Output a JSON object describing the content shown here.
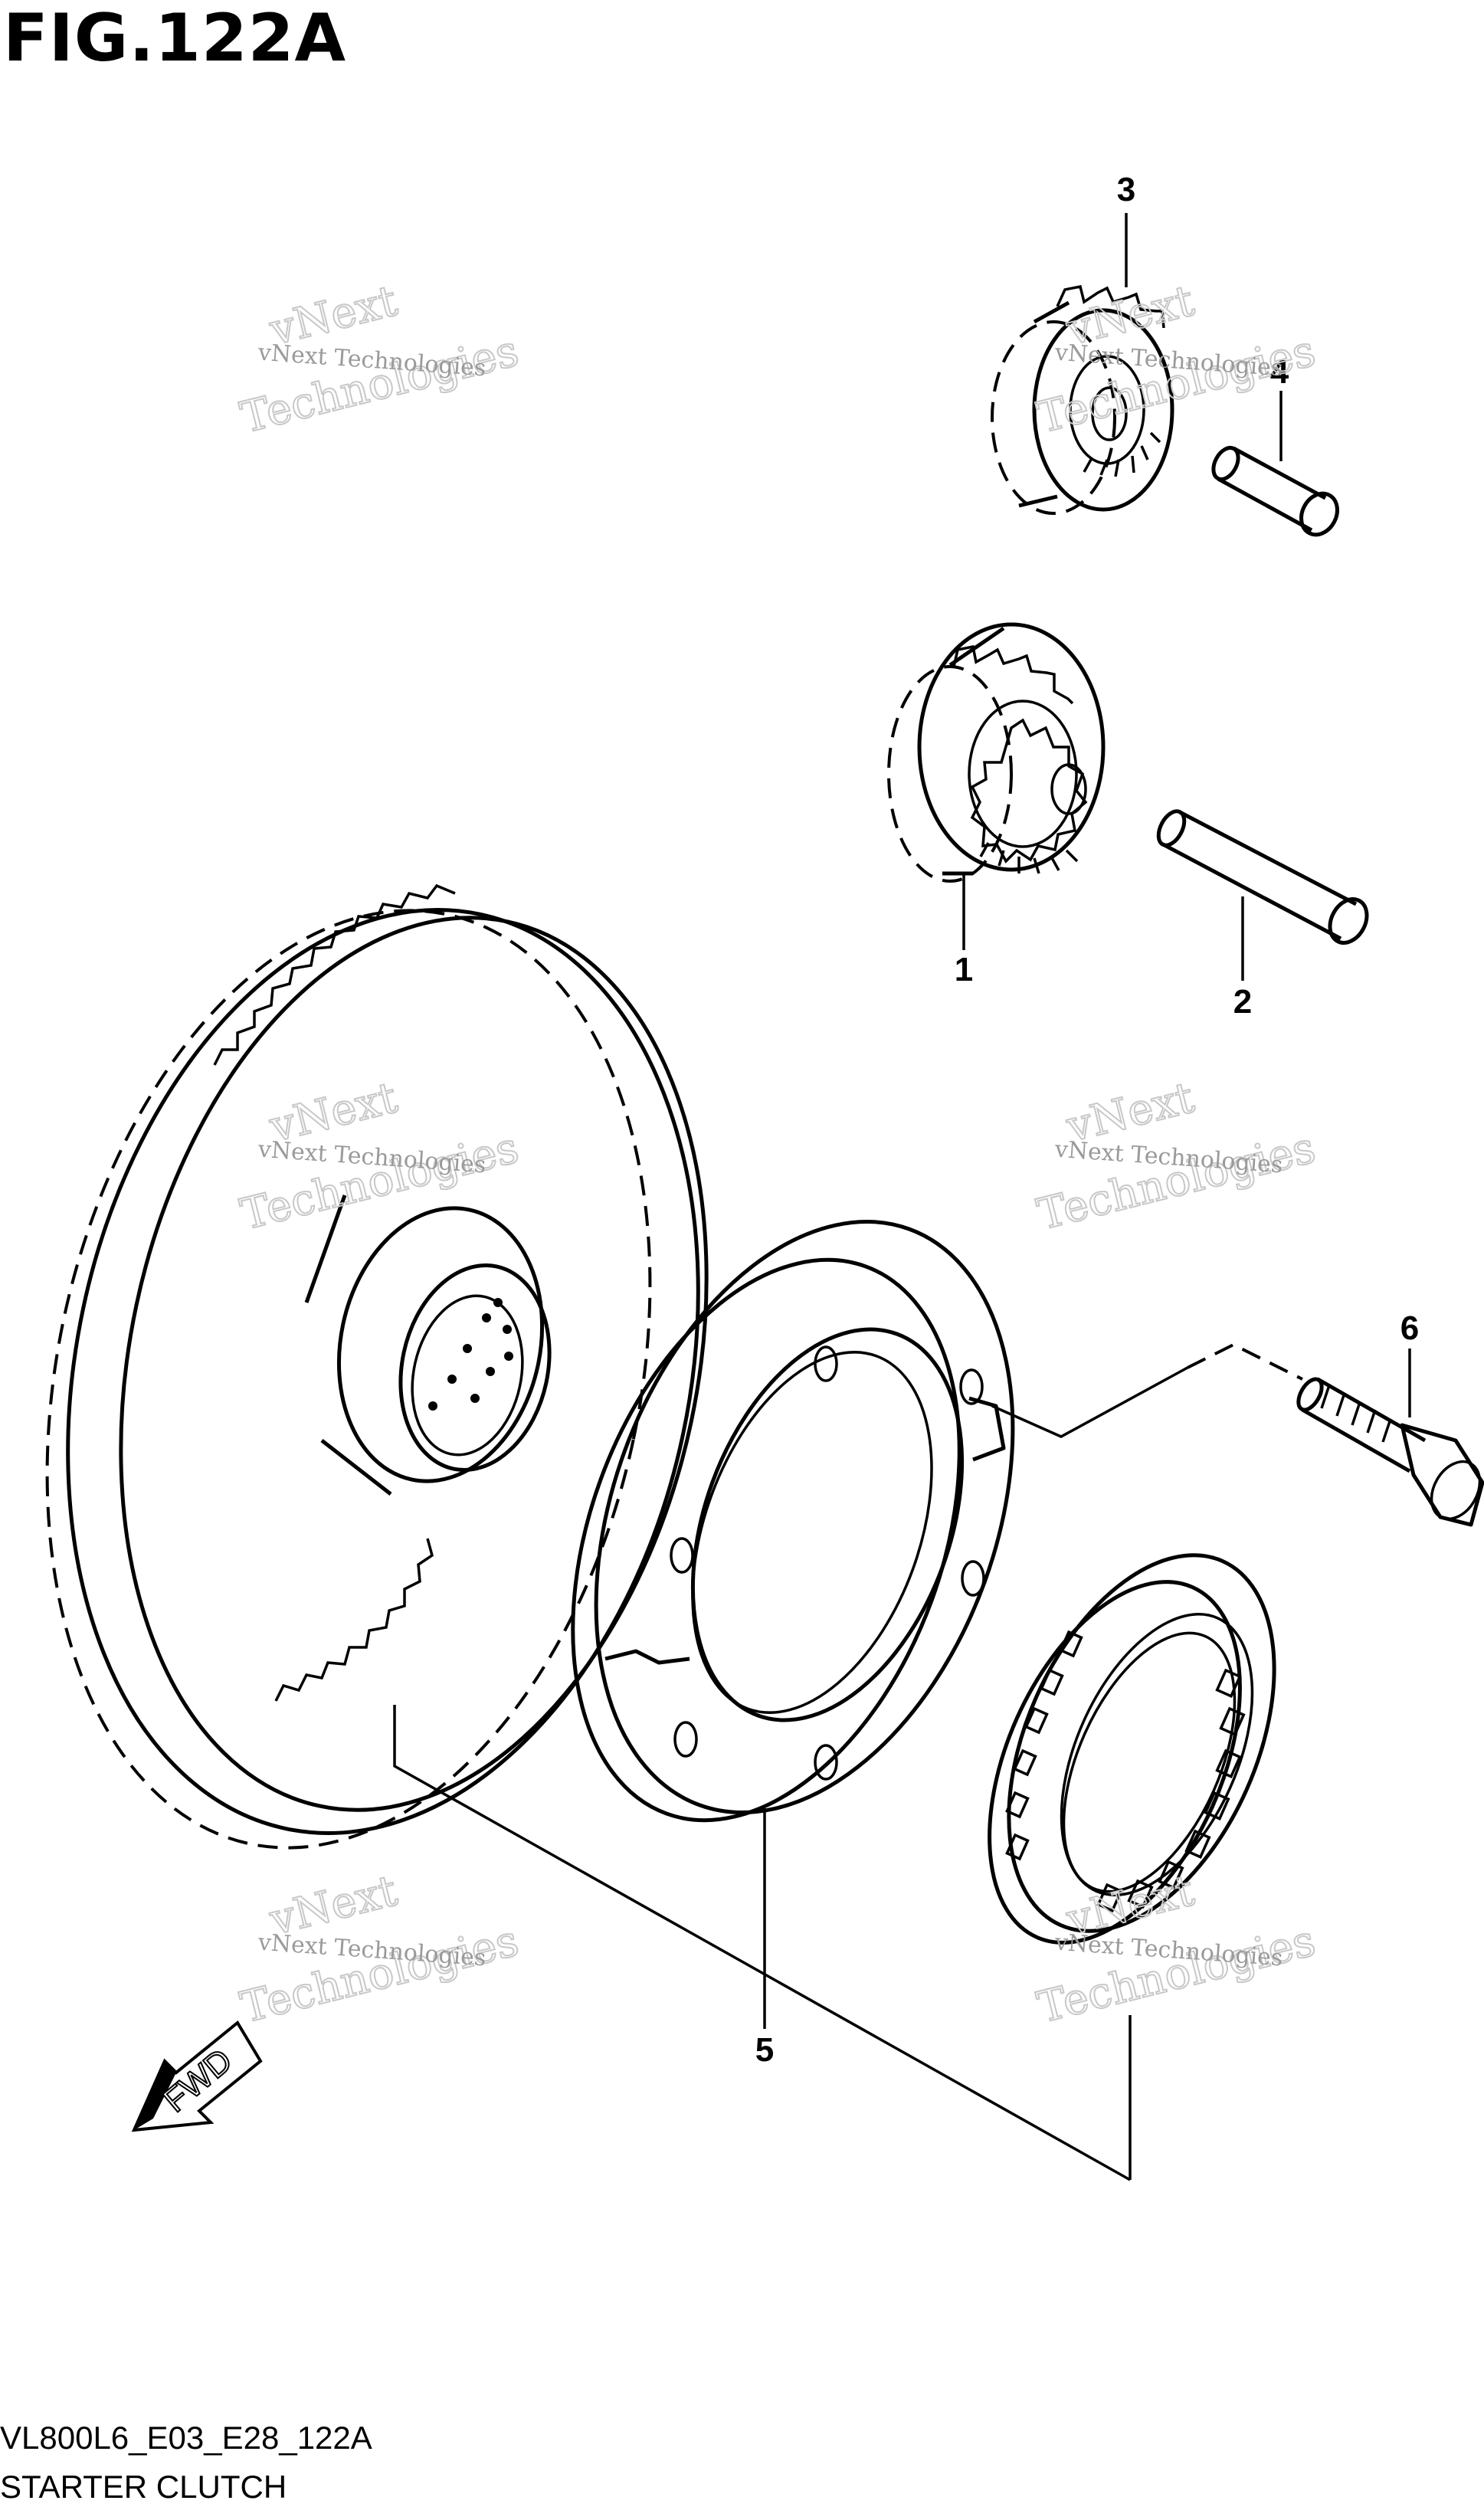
{
  "figure": {
    "title": "FIG.122A",
    "code": "VL800L6_E03_E28_122A",
    "name": "STARTER CLUTCH"
  },
  "callouts": [
    "1",
    "2",
    "3",
    "4",
    "5",
    "6"
  ],
  "direction_marker": {
    "label": "FWD",
    "icon": "arrow-left-down-icon"
  },
  "watermark": {
    "line1": "vNext Technologies",
    "line2_top": "vNext",
    "line2_bottom": "Technologies"
  },
  "colors": {
    "ink": "#000000",
    "watermark": "#9a9a9a",
    "background": "#ffffff"
  }
}
